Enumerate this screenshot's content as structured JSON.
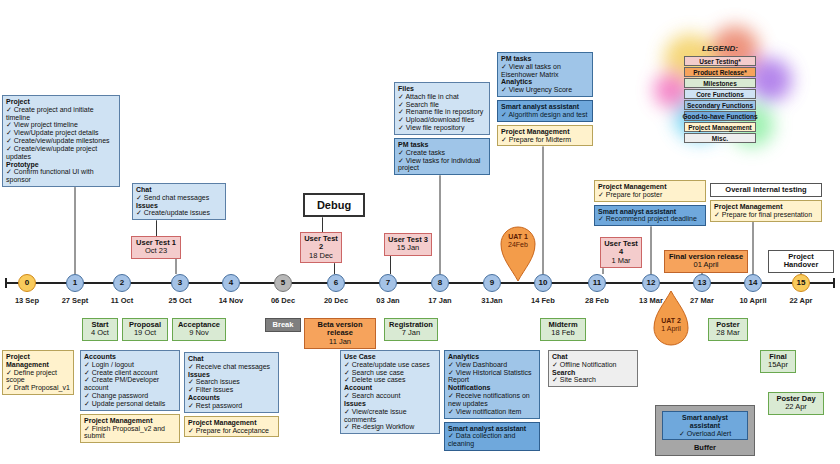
{
  "diagram": {
    "nodes": [
      {
        "text": [
          "Project",
          "✓ Create project and initiate timeline",
          "✓ View project timeline",
          "✓ View/Update project details",
          "✓ Create/view/update milestones",
          "✓ Create/view/update project updates",
          "Prototype",
          "✓ Confirm functional UI with sponsor"
        ]
      },
      {
        "text": [
          "Project Management",
          "✓ Define project scope",
          "✓ Draft Proposal_v1"
        ]
      },
      {
        "text": [
          "0"
        ]
      },
      {
        "text": [
          "1"
        ]
      },
      {
        "text": [
          "Start",
          "4 Oct"
        ]
      },
      {
        "text": [
          "2"
        ]
      },
      {
        "text": [
          "Proposal",
          "19 Oct"
        ]
      },
      {
        "text": [
          "Accounts",
          "✓ Login / logout",
          "✓ Create client account",
          "✓ Create PM/Developer account",
          "✓ Change password",
          "✓ Update personal details"
        ]
      },
      {
        "text": [
          "Project Management",
          "✓ Finish Proposal_v2 and submit"
        ]
      },
      {
        "text": [
          "Chat",
          "✓ Send chat messages",
          "Issues",
          "✓ Create/update issues"
        ]
      },
      {
        "text": [
          "User Test 1",
          "Oct 23"
        ]
      },
      {
        "text": [
          "3"
        ]
      },
      {
        "text": [
          "Acceptance",
          "9 Nov"
        ]
      },
      {
        "text": [
          "4"
        ]
      },
      {
        "text": [
          "Chat",
          "✓ Receive chat messages",
          "Issues",
          "✓ Search issues",
          "✓ Filter issues",
          "Accounts",
          "✓ Rest password"
        ]
      },
      {
        "text": [
          "Project Management",
          "✓ Prepare for Acceptance"
        ]
      },
      {
        "text": [
          "5"
        ]
      },
      {
        "text": [
          "Break"
        ]
      },
      {
        "text": [
          "User Test 2",
          "18 Dec"
        ]
      },
      {
        "text": [
          "Debug"
        ]
      },
      {
        "text": [
          "6"
        ]
      },
      {
        "text": [
          "Beta version release",
          "11 Jan"
        ]
      },
      {
        "text": [
          "7"
        ]
      },
      {
        "text": [
          "Use Case",
          "✓ Create/update use cases",
          "✓ Search use case",
          "✓ Delete use cases",
          "Account",
          "✓ Search account",
          "Issues",
          "✓ View/create issue comments",
          "✓ Re-design Workflow"
        ]
      },
      {
        "text": [
          "User Test 3",
          "15 Jan"
        ]
      },
      {
        "text": [
          "Files",
          "✓ Attach file in chat",
          "✓ Search file",
          "✓ Rename file in repository",
          "✓ Upload/download files",
          "✓ View file repository"
        ]
      },
      {
        "text": [
          "PM tasks",
          "✓ Create tasks",
          "✓ View tasks for individual project"
        ]
      },
      {
        "text": [
          "8"
        ]
      },
      {
        "text": [
          "Registration",
          "7 Jan"
        ]
      },
      {
        "text": [
          "Analytics",
          "✓ View Dashboard",
          "✓ View Historical Statistics Report",
          "Notifications",
          "✓ Receive notifications on new updates",
          "✓ View notification item"
        ]
      },
      {
        "text": [
          "Smart analyst assistant",
          "✓ Data collection and cleaning"
        ]
      },
      {
        "text": [
          "9"
        ]
      },
      {
        "text": [
          "UAT 1",
          "24Feb"
        ]
      },
      {
        "text": [
          "PM tasks",
          "✓ View all tasks on Eisenhower Matrix",
          "Analytics",
          "✓ View Urgency Score"
        ]
      },
      {
        "text": [
          "Smart analyst assistant",
          "✓ Algorithm design and test"
        ]
      },
      {
        "text": [
          "Project Management",
          "✓ Prepare for Midterm"
        ]
      },
      {
        "text": [
          "10"
        ]
      },
      {
        "text": [
          "Midterm",
          "18 Feb"
        ]
      },
      {
        "text": [
          "Chat",
          "✓ Offline Notification",
          "Search",
          "✓ Site Search"
        ]
      },
      {
        "text": [
          "11"
        ]
      },
      {
        "text": [
          "User Test 4",
          "1 Mar"
        ]
      },
      {
        "text": [
          "Project Management",
          "✓ Prepare for poster"
        ]
      },
      {
        "text": [
          "Smart analyst assistant",
          "✓ Recommend project deadline"
        ]
      },
      {
        "text": [
          "12"
        ]
      },
      {
        "text": [
          "Overall internal testing"
        ]
      },
      {
        "text": [
          "Project Management",
          "✓ Prepare for final presentation"
        ]
      },
      {
        "text": [
          "Final version release",
          "01 April"
        ]
      },
      {
        "text": [
          "Project Handover"
        ]
      },
      {
        "text": [
          "13"
        ]
      },
      {
        "text": [
          "UAT 2",
          "1 April"
        ]
      },
      {
        "text": [
          "Poster",
          "28 Mar"
        ]
      },
      {
        "text": [
          "14"
        ]
      },
      {
        "text": [
          "Final",
          "15Apr"
        ]
      },
      {
        "text": [
          "15"
        ]
      },
      {
        "text": [
          "Poster Day",
          "22 Apr"
        ]
      },
      {
        "text": [
          "Buffer"
        ]
      },
      {
        "text": [
          "Smart analyst assistant",
          "✓ Overload Alert"
        ],
        "in": 55
      }
    ],
    "edges": [
      {
        "from": 0,
        "to": 3,
        "arrow": "none"
      },
      {
        "from": 9,
        "to": 10,
        "arrow": "none"
      },
      {
        "from": 10,
        "to": 11,
        "arrow": "none"
      },
      {
        "from": 19,
        "to": 18,
        "arrow": "none"
      },
      {
        "from": 18,
        "to": 20,
        "arrow": "none"
      },
      {
        "from": 24,
        "to": 22,
        "arrow": "none"
      },
      {
        "from": 26,
        "to": 27,
        "arrow": "none"
      },
      {
        "from": 35,
        "to": 36,
        "arrow": "none"
      },
      {
        "from": 40,
        "to": 39,
        "arrow": "none"
      },
      {
        "from": 42,
        "to": 43,
        "arrow": "none"
      },
      {
        "from": 45,
        "to": 51,
        "arrow": "none"
      },
      {
        "from": 47,
        "to": 53,
        "arrow": "none"
      },
      {
        "from": 46,
        "to": 48,
        "arrow": "none"
      }
    ],
    "labels": [
      "13 Sep",
      "27 Sept",
      "11 Oct",
      "25 Oct",
      "14 Nov",
      "06 Dec",
      "20 Dec",
      "03 Jan",
      "17 Jan",
      "31Jan",
      "14 Feb",
      "28 Feb",
      "13 Mar",
      "27 Mar",
      "10 April",
      "22 Apr",
      "LEGEND:"
    ],
    "legend": [
      {
        "text": "User Testing*",
        "color": "#f4cccc"
      },
      {
        "text": "Product Release*",
        "color": "#f6a35c"
      },
      {
        "text": "Milestones",
        "color": "#d9ead3"
      },
      {
        "text": "Core Functions",
        "color": "#cfe2f3"
      },
      {
        "text": "Secondary Functions",
        "color": "#9fc5e8"
      },
      {
        "text": "Good-to-have Functions",
        "color": "#6fa8dc"
      },
      {
        "text": "Project Management",
        "color": "#fff2cc"
      },
      {
        "text": "Misc.",
        "color": "#eeeeee"
      }
    ]
  }
}
